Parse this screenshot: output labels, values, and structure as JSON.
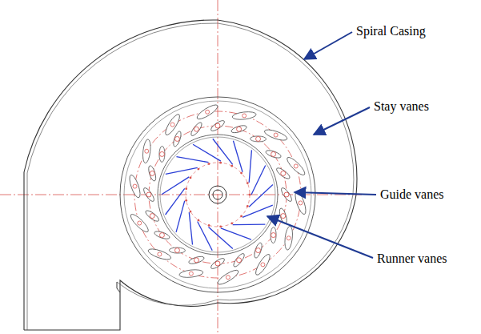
{
  "diagram": {
    "labels": [
      "Spiral Casing",
      "Stay vanes",
      "Guide vanes",
      "Runner vanes"
    ]
  }
}
